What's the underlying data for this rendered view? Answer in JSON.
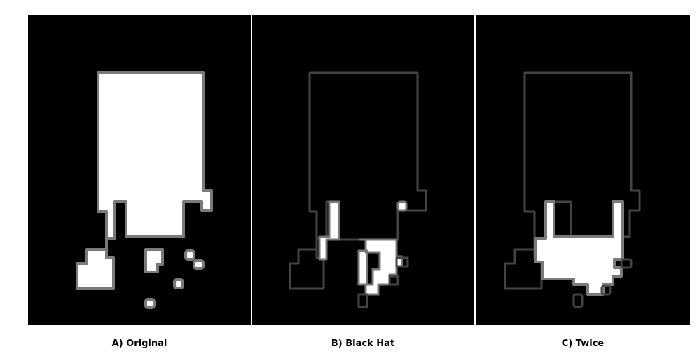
{
  "captions": {
    "a": "A) Original",
    "b": "B) Black Hat",
    "c": "C) Twice"
  },
  "colors": {
    "background": "#000000",
    "foreground": "#ffffff",
    "outline": "#7a7a7a"
  }
}
